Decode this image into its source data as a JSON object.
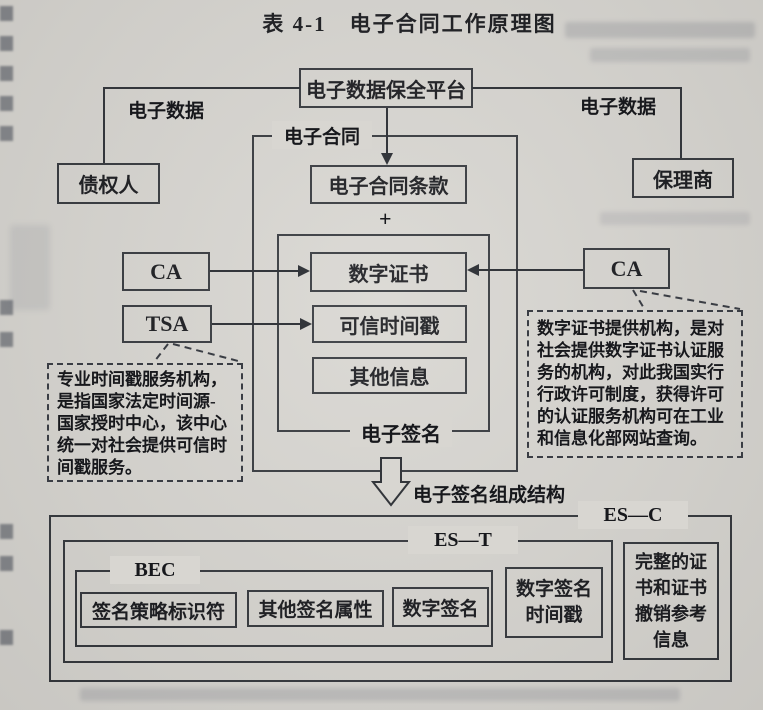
{
  "title": "表 4-1　电子合同工作原理图",
  "colors": {
    "paper": "#d8d6d1",
    "line": "#33363b",
    "text": "#17181c"
  },
  "nodes": {
    "platform": "电子数据保全平台",
    "data_left": "电子数据",
    "data_right": "电子数据",
    "creditor": "债权人",
    "factor": "保理商",
    "contract_label": "电子合同",
    "terms": "电子合同条款",
    "plus": "+",
    "cert": "数字证书",
    "timestamp": "可信时间戳",
    "other": "其他信息",
    "signature_label": "电子签名",
    "ca_left": "CA",
    "tsa": "TSA",
    "ca_right": "CA",
    "structure_label": "电子签名组成结构"
  },
  "notes": {
    "tsa_note": "专业时间戳服务机构，\n是指国家法定时间源-\n国家授时中心，该中心\n统一对社会提供可信时\n间戳服务。",
    "ca_note": "数字证书提供机构，是对\n社会提供数字证书认证服\n务的机构，对此我国实行\n行政许可制度，获得许可\n的认证服务机构可在工业\n和信息化部网站查询。"
  },
  "composition": {
    "esc_label": "ES—C",
    "est_label": "ES—T",
    "bec_label": "BEC",
    "sig_policy": "签名策略标识符",
    "other_attrs": "其他签名属性",
    "digital_sig": "数字签名",
    "sig_timestamp": "数字签名\n时间戳",
    "cert_refs": "完整的证\n书和证书\n撤销参考\n信息"
  }
}
